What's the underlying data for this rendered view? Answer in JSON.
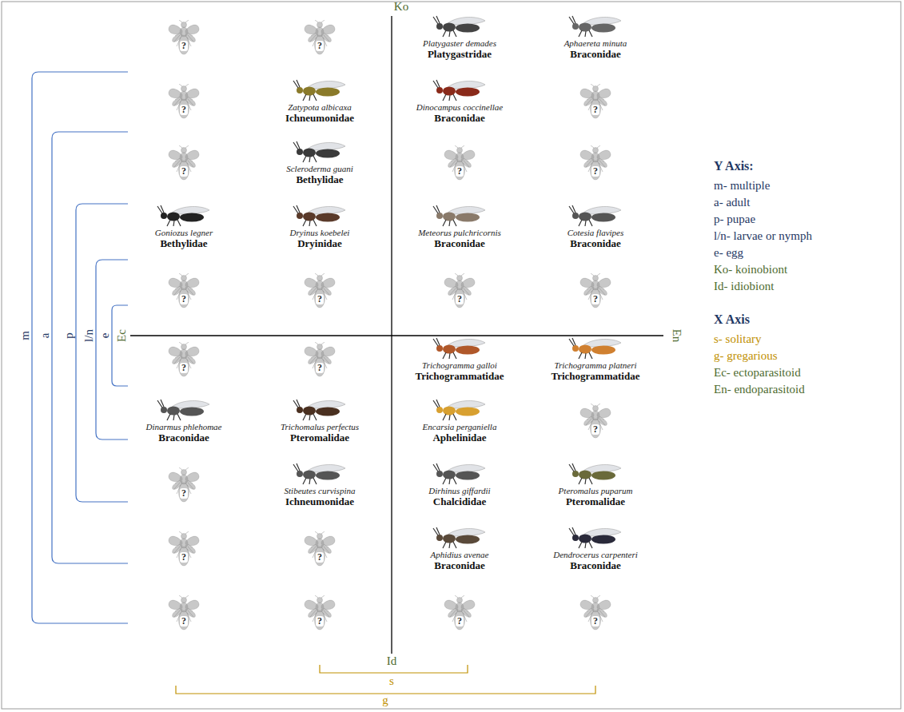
{
  "diagram": {
    "labels": [
      "Ko",
      "En",
      "Id",
      "s",
      "g",
      "m",
      "a",
      "p",
      "l/n",
      "e",
      "Ec",
      "Y Axis:",
      "X Axis",
      "?",
      "?",
      "Platygaster demades",
      "Platygastridae",
      "Aphaereta minuta",
      "Braconidae",
      "?",
      "Zatypota albicaxa",
      "Ichneumonidae",
      "Dinocampus coccinellae",
      "Braconidae",
      "?",
      "?",
      "Scleroderma guani",
      "Bethylidae",
      "?",
      "?",
      "Goniozus legner",
      "Bethylidae",
      "Dryinus koebelei",
      "Dryinidae",
      "Meteorus pulchricornis",
      "Braconidae",
      "Cotesia flavipes",
      "Braconidae",
      "?",
      "?",
      "?",
      "?",
      "?",
      "?",
      "Trichogramma galloi",
      "Trichogrammatidae",
      "Trichogramma platneri",
      "Trichogrammatidae",
      "Dinarmus phlehomae",
      "Braconidae",
      "Trichomalus perfectus",
      "Pteromalidae",
      "Encarsia perganiella",
      "Aphelinidae",
      "?",
      "?",
      "Stibeutes curvispina",
      "Ichneumonidae",
      "Dirhinus giffardii",
      "Chalcididae",
      "Pteromalus puparum",
      "Pteromalidae",
      "?",
      "?",
      "Aphidius avenae",
      "Braconidae",
      "Dendrocerus carpenteri",
      "Braconidae",
      "?",
      "?",
      "?",
      "?"
    ],
    "legend": [
      {
        "text": "m- multiple"
      },
      {
        "text": "a- adult"
      },
      {
        "text": "p- pupae"
      },
      {
        "text": "l/n- larvae or nymph"
      },
      {
        "text": "e- egg"
      },
      {
        "text": "Ko- koinobiont"
      },
      {
        "text": "Id- idiobiont"
      },
      {
        "text": "s- solitary"
      },
      {
        "text": "g- gregarious"
      },
      {
        "text": "Ec- ectoparasitoid"
      },
      {
        "text": "En- endoparasitoid"
      }
    ]
  }
}
